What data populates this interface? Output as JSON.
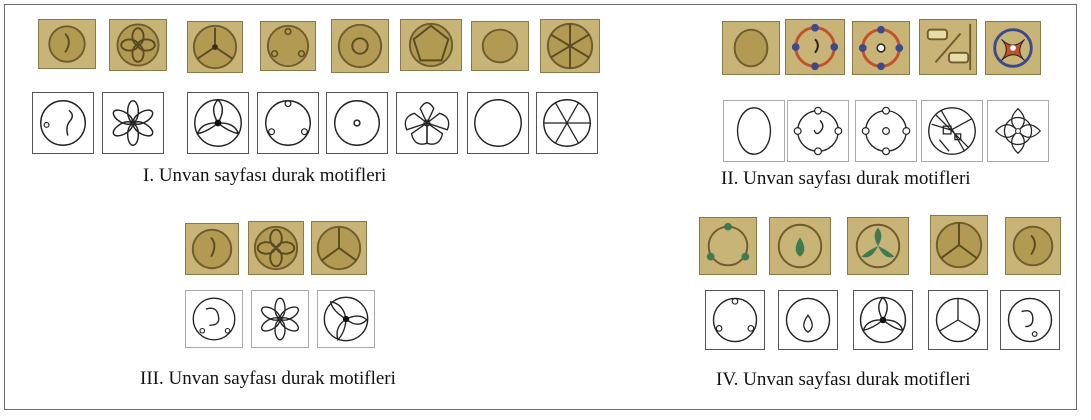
{
  "groups": [
    {
      "caption": "I. Unvan sayfası durak motifleri",
      "motifs": [
        "spiral-circle",
        "six-petal-flower",
        "triple-lobe-dot",
        "three-dot-circle",
        "concentric-dot",
        "five-petal-star",
        "plain-circle",
        "wheel-six-spoke"
      ]
    },
    {
      "caption": "II. Unvan sayfası durak motifleri",
      "motifs": [
        "oval",
        "hook-four-dot-circle",
        "four-dot-circle",
        "knot-cross",
        "interlace-knot"
      ]
    },
    {
      "caption": "III. Unvan sayfası durak motifleri",
      "motifs": [
        "spiral-circle",
        "six-petal-flower",
        "triple-lobe-dot"
      ]
    },
    {
      "caption": "IV. Unvan sayfası durak motifleri",
      "motifs": [
        "three-dot-circle",
        "drop-leaf",
        "triple-lobe-dot",
        "peace-spokes",
        "spiral-circle"
      ]
    }
  ],
  "colors": {
    "tile": "#c9b477",
    "tile_border": "#8a7a4a",
    "ink": "#222222",
    "accent_red": "#c2502b",
    "accent_blue": "#3a4a8c",
    "accent_green": "#3f7a52"
  }
}
